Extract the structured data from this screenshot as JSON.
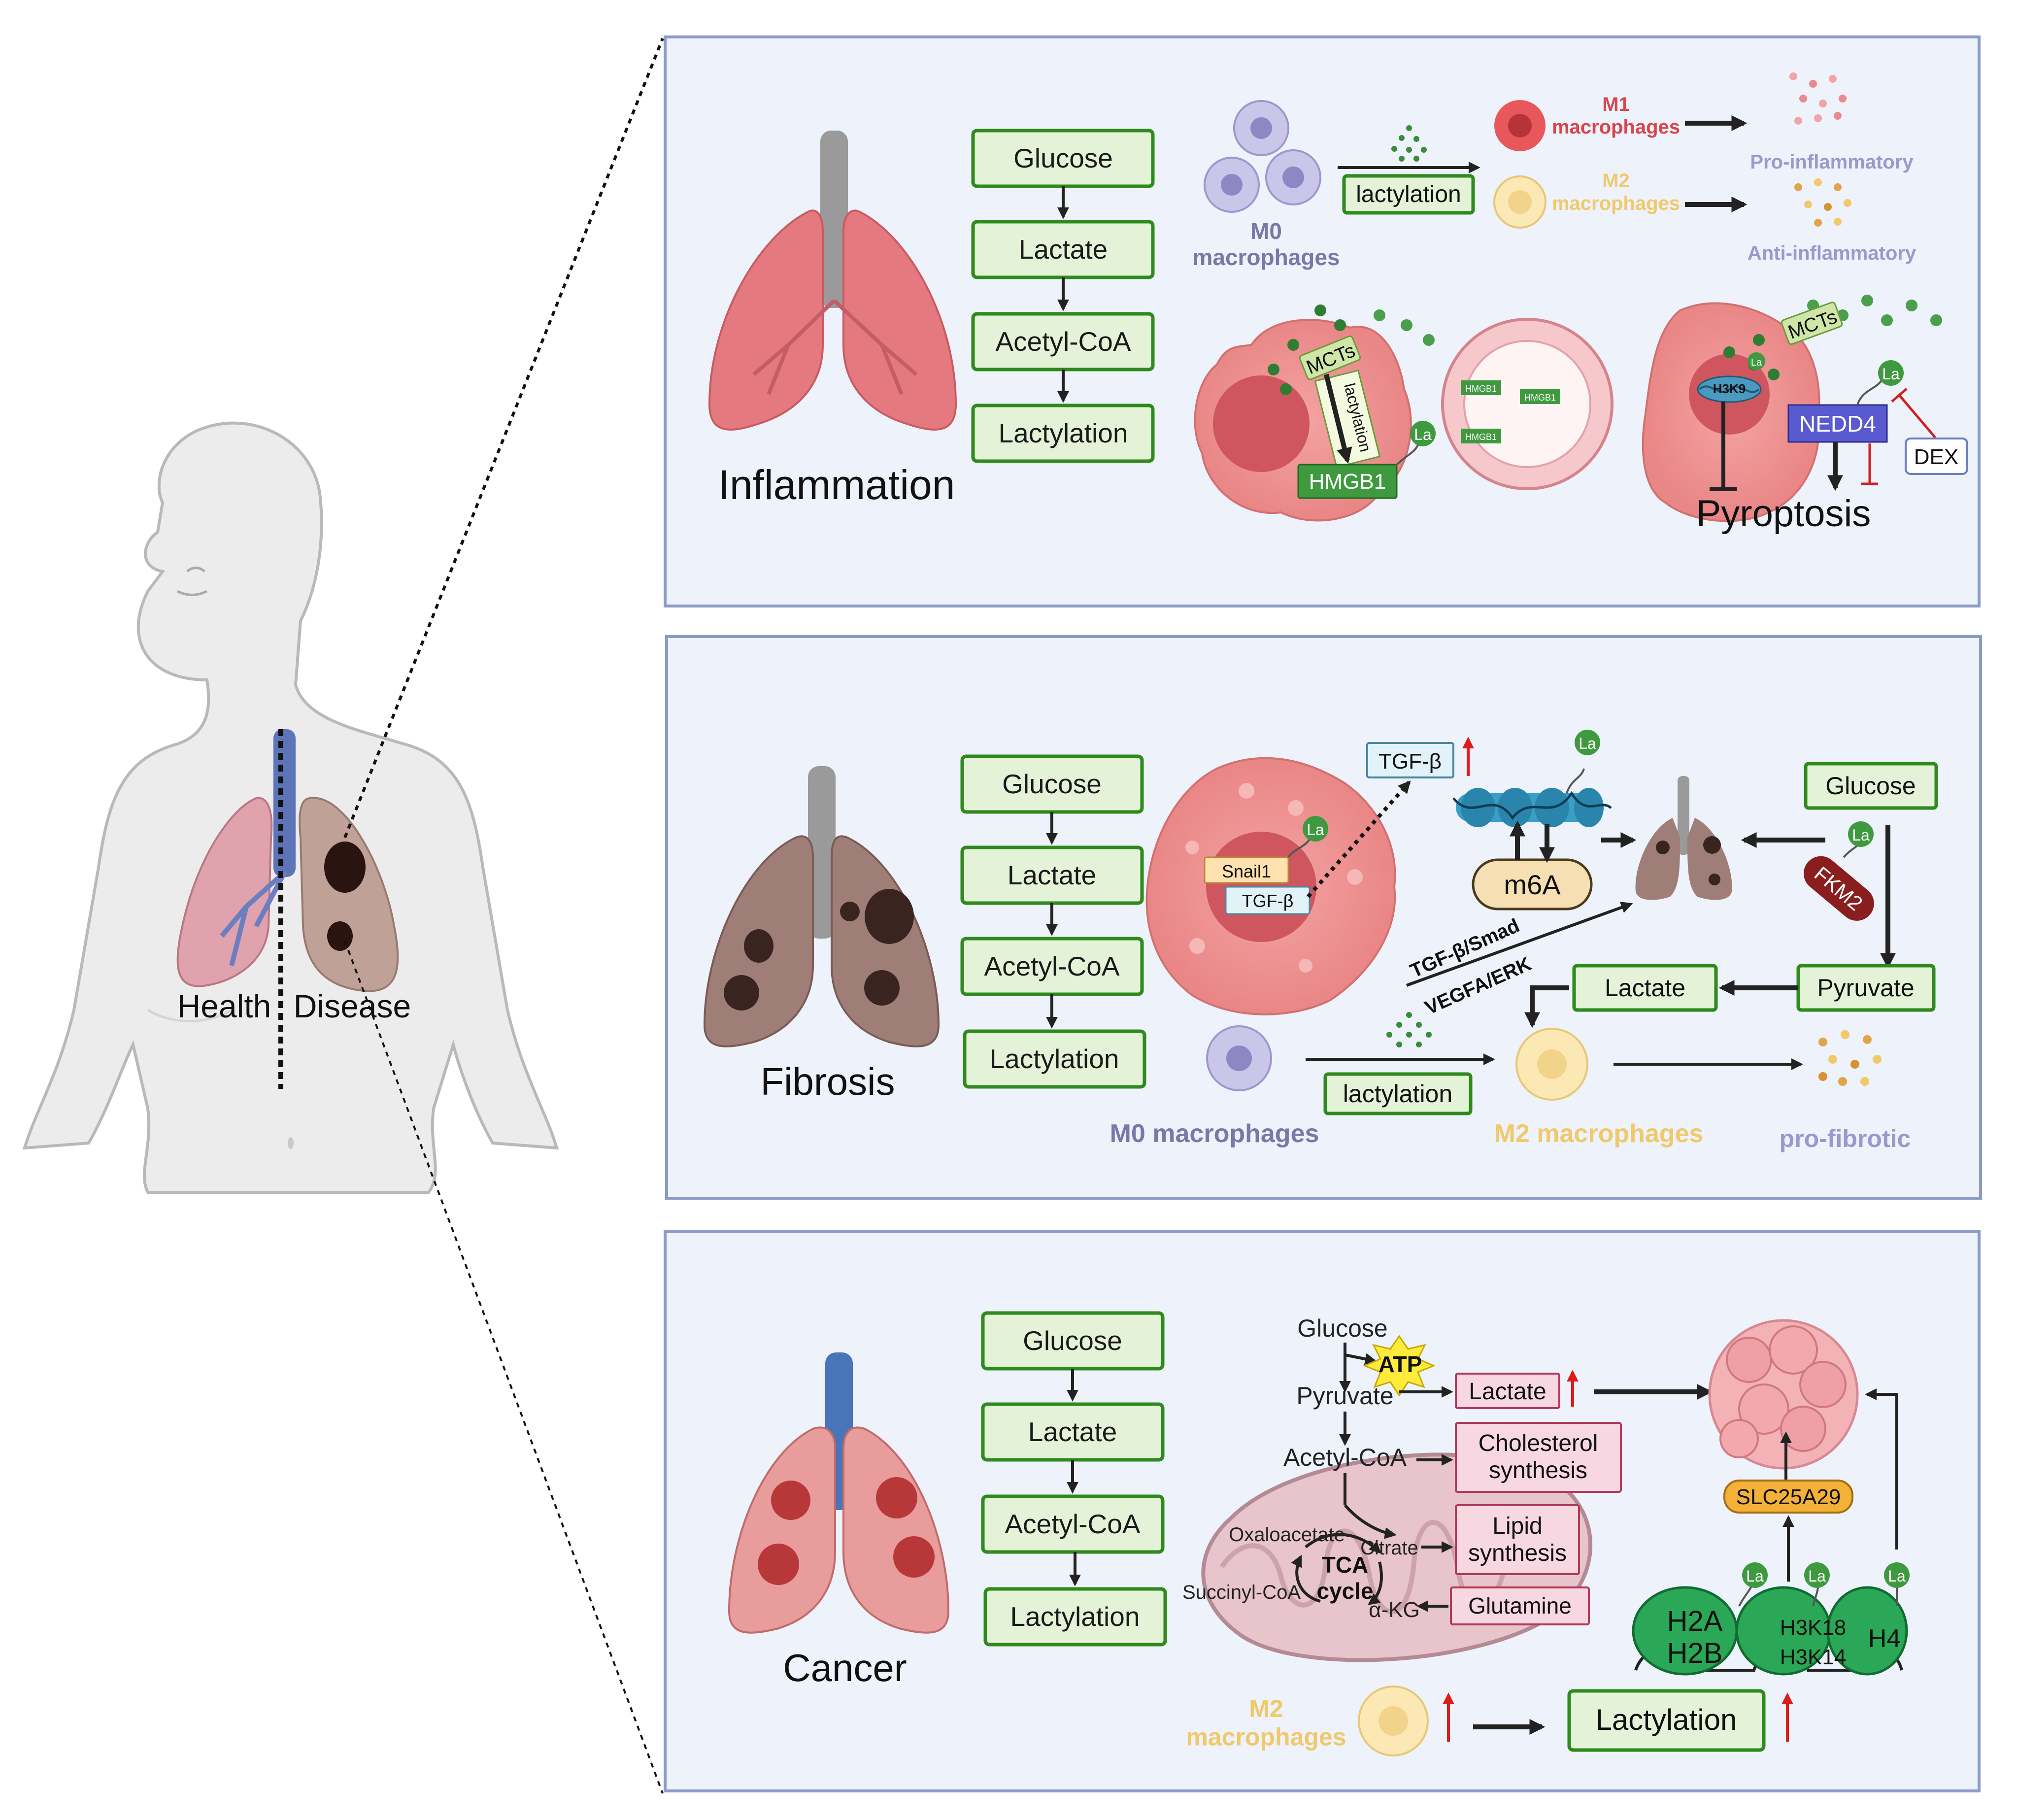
{
  "body_labels": {
    "health": "Health",
    "disease": "Disease"
  },
  "pathway_steps": [
    "Glucose",
    "Lactate",
    "Acetyl-CoA",
    "Lactylation"
  ],
  "inflammation": {
    "title": "Inflammation",
    "m0": "M0\nmacrophages",
    "lactylation": "lactylation",
    "m1": "M1\nmacrophages",
    "m2": "M2\nmacrophages",
    "pro": "Pro-inflammatory",
    "anti": "Anti-inflammatory",
    "mcts": "MCTs",
    "lact_vertical": "lactylation",
    "hmgb1": "HMGB1",
    "hmgb1_small": "HMGB1",
    "la": "La",
    "h3k9": "H3K9",
    "nedd4": "NEDD4",
    "dex": "DEX",
    "pyroptosis": "Pyroptosis"
  },
  "fibrosis": {
    "title": "Fibrosis",
    "tgfb": "TGF-β",
    "snail1": "Snail1",
    "m6a": "m6A",
    "glucose": "Glucose",
    "fkm2": "FKM2",
    "pyruvate": "Pyruvate",
    "lactate": "Lactate",
    "tgf_smad": "TGF-β/Smad",
    "vegfa": "VEGFA/ERK",
    "lactylation": "lactylation",
    "m0": "M0 macrophages",
    "m2": "M2 macrophages",
    "pro": "pro-fibrotic",
    "la": "La"
  },
  "cancer": {
    "title": "Cancer",
    "glucose": "Glucose",
    "atp": "ATP",
    "pyruvate": "Pyruvate",
    "lactate": "Lactate",
    "acetyl": "Acetyl-CoA",
    "cholesterol": "Cholesterol\nsynthesis",
    "lipid": "Lipid\nsynthesis",
    "oxaloacetate": "Oxaloacetate",
    "citrate": "Citrate",
    "tca": "TCA\ncycle",
    "succinyl": "Succinyl-CoA",
    "akg": "α-KG",
    "glutamine": "Glutamine",
    "slc": "SLC25A29",
    "h2a": "H2A",
    "h2b": "H2B",
    "h3k18": "H3K18",
    "h3k14": "H3K14",
    "h4": "H4",
    "m2": "M2\nmacrophages",
    "lactylation": "Lactylation",
    "la": "La"
  },
  "colors": {
    "panel_bg": "#edf2fb",
    "panel_border": "#8a9bc6",
    "green_box": "#e4f3d8",
    "green_border": "#2f8a1c",
    "m0_purple": "#8a86b8",
    "m1_red": "#d94a52",
    "m2_yellow": "#f0c96a",
    "up_red": "#e01a1a"
  }
}
